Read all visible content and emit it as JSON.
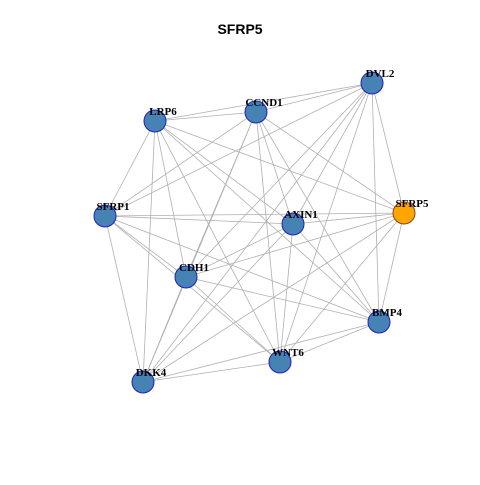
{
  "title": "SFRP5",
  "colors": {
    "node": "#4682B4",
    "node_border": "#1F1FBF",
    "focus": "#FFA500",
    "focus_border": "#8B4513",
    "edge": "#B0B0B0"
  },
  "nodes": [
    {
      "id": "DVL2",
      "label": "DVL2",
      "focus": false
    },
    {
      "id": "LRP6",
      "label": "LRP6",
      "focus": false
    },
    {
      "id": "CCND1",
      "label": "CCND1",
      "focus": false
    },
    {
      "id": "SFRP5",
      "label": "SFRP5",
      "focus": true
    },
    {
      "id": "SFRP1",
      "label": "SFRP1",
      "focus": false
    },
    {
      "id": "AXIN1",
      "label": "AXIN1",
      "focus": false
    },
    {
      "id": "CDH1",
      "label": "CDH1",
      "focus": false
    },
    {
      "id": "BMP4",
      "label": "BMP4",
      "focus": false
    },
    {
      "id": "WNT6",
      "label": "WNT6",
      "focus": false
    },
    {
      "id": "DKK4",
      "label": "DKK4",
      "focus": false
    }
  ],
  "edges": [
    [
      "DVL2",
      "LRP6"
    ],
    [
      "DVL2",
      "CCND1"
    ],
    [
      "DVL2",
      "SFRP1"
    ],
    [
      "DVL2",
      "AXIN1"
    ],
    [
      "DVL2",
      "CDH1"
    ],
    [
      "DVL2",
      "BMP4"
    ],
    [
      "DVL2",
      "WNT6"
    ],
    [
      "DVL2",
      "DKK4"
    ],
    [
      "DVL2",
      "SFRP5"
    ],
    [
      "LRP6",
      "CCND1"
    ],
    [
      "LRP6",
      "SFRP1"
    ],
    [
      "LRP6",
      "AXIN1"
    ],
    [
      "LRP6",
      "CDH1"
    ],
    [
      "LRP6",
      "BMP4"
    ],
    [
      "LRP6",
      "WNT6"
    ],
    [
      "LRP6",
      "DKK4"
    ],
    [
      "LRP6",
      "SFRP5"
    ],
    [
      "CCND1",
      "SFRP1"
    ],
    [
      "CCND1",
      "AXIN1"
    ],
    [
      "CCND1",
      "CDH1"
    ],
    [
      "CCND1",
      "BMP4"
    ],
    [
      "CCND1",
      "WNT6"
    ],
    [
      "CCND1",
      "DKK4"
    ],
    [
      "CCND1",
      "SFRP5"
    ],
    [
      "SFRP5",
      "SFRP1"
    ],
    [
      "SFRP5",
      "AXIN1"
    ],
    [
      "SFRP5",
      "CDH1"
    ],
    [
      "SFRP5",
      "BMP4"
    ],
    [
      "SFRP5",
      "WNT6"
    ],
    [
      "SFRP5",
      "DKK4"
    ],
    [
      "SFRP1",
      "AXIN1"
    ],
    [
      "SFRP1",
      "CDH1"
    ],
    [
      "SFRP1",
      "BMP4"
    ],
    [
      "SFRP1",
      "WNT6"
    ],
    [
      "SFRP1",
      "DKK4"
    ],
    [
      "AXIN1",
      "CDH1"
    ],
    [
      "AXIN1",
      "BMP4"
    ],
    [
      "AXIN1",
      "WNT6"
    ],
    [
      "AXIN1",
      "DKK4"
    ],
    [
      "CDH1",
      "BMP4"
    ],
    [
      "CDH1",
      "WNT6"
    ],
    [
      "CDH1",
      "DKK4"
    ],
    [
      "BMP4",
      "WNT6"
    ],
    [
      "BMP4",
      "DKK4"
    ],
    [
      "WNT6",
      "DKK4"
    ]
  ]
}
